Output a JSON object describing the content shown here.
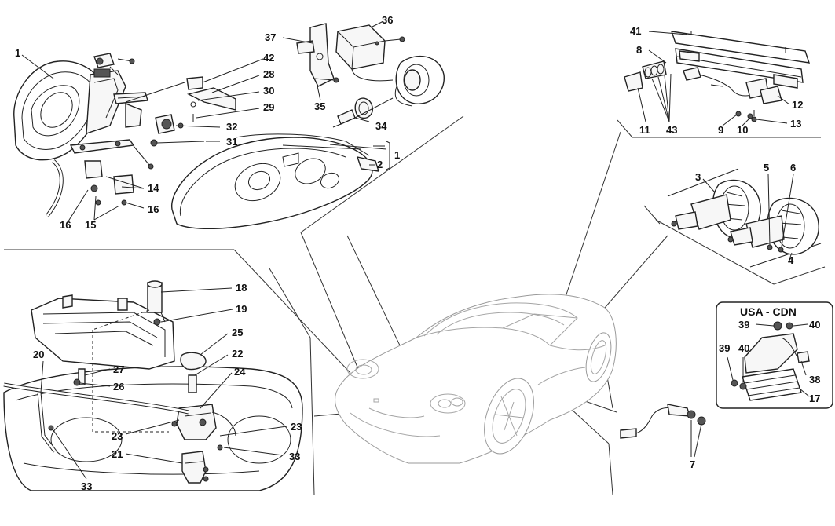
{
  "diagram": {
    "callouts": {
      "c1": "1",
      "c1b": "1",
      "c2": "2",
      "c3": "3",
      "c4": "4",
      "c5": "5",
      "c6": "6",
      "c7": "7",
      "c8": "8",
      "c9": "9",
      "c10": "10",
      "c11": "11",
      "c12": "12",
      "c13": "13",
      "c14": "14",
      "c15": "15",
      "c16a": "16",
      "c16b": "16",
      "c17": "17",
      "c18": "18",
      "c19": "19",
      "c20": "20",
      "c21": "21",
      "c22": "22",
      "c23a": "23",
      "c23b": "23",
      "c24": "24",
      "c25": "25",
      "c26": "26",
      "c27": "27",
      "c28": "28",
      "c29": "29",
      "c30": "30",
      "c31": "31",
      "c32": "32",
      "c33a": "33",
      "c33b": "33",
      "c34": "34",
      "c35": "35",
      "c36": "36",
      "c37": "37",
      "c38": "38",
      "c39a": "39",
      "c39b": "39",
      "c40a": "40",
      "c40b": "40",
      "c41": "41",
      "c42": "42",
      "c43": "43"
    },
    "inset": {
      "label": "USA - CDN"
    }
  }
}
